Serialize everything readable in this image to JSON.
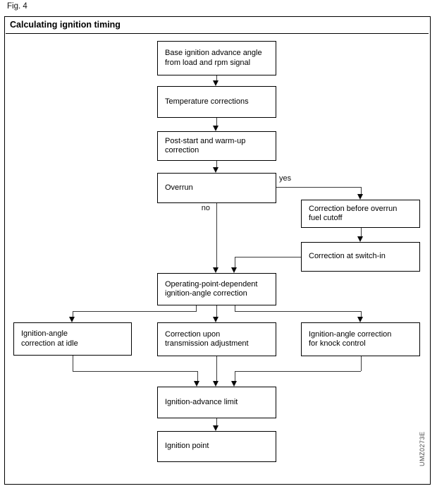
{
  "figure": {
    "label": "Fig. 4",
    "title": "Calculating ignition timing",
    "code": "UMZ0273E"
  },
  "colors": {
    "ink": "#000000",
    "connector": "#3a3a3a",
    "code_text": "#4a4a4a",
    "background": "#ffffff"
  },
  "nodes": {
    "base": {
      "label": "Base ignition advance angle\nfrom load and rpm signal"
    },
    "temperature": {
      "label": "Temperature corrections"
    },
    "poststart": {
      "label": "Post-start and warm-up\ncorrection"
    },
    "overrun": {
      "label": "Overrun"
    },
    "cutoff": {
      "label": "Correction before overrun\nfuel cutoff"
    },
    "switchin": {
      "label": "Correction at switch-in"
    },
    "oppoint": {
      "label": "Operating-point-dependent\nignition-angle correction"
    },
    "idle": {
      "label": "Ignition-angle\ncorrection at idle"
    },
    "transmission": {
      "label": "Correction upon\ntransmission adjustment"
    },
    "knock": {
      "label": "Ignition-angle correction\nfor knock control"
    },
    "limit": {
      "label": "Ignition-advance limit"
    },
    "point": {
      "label": "Ignition point"
    }
  },
  "edges": {
    "yes_label": "yes",
    "no_label": "no"
  }
}
